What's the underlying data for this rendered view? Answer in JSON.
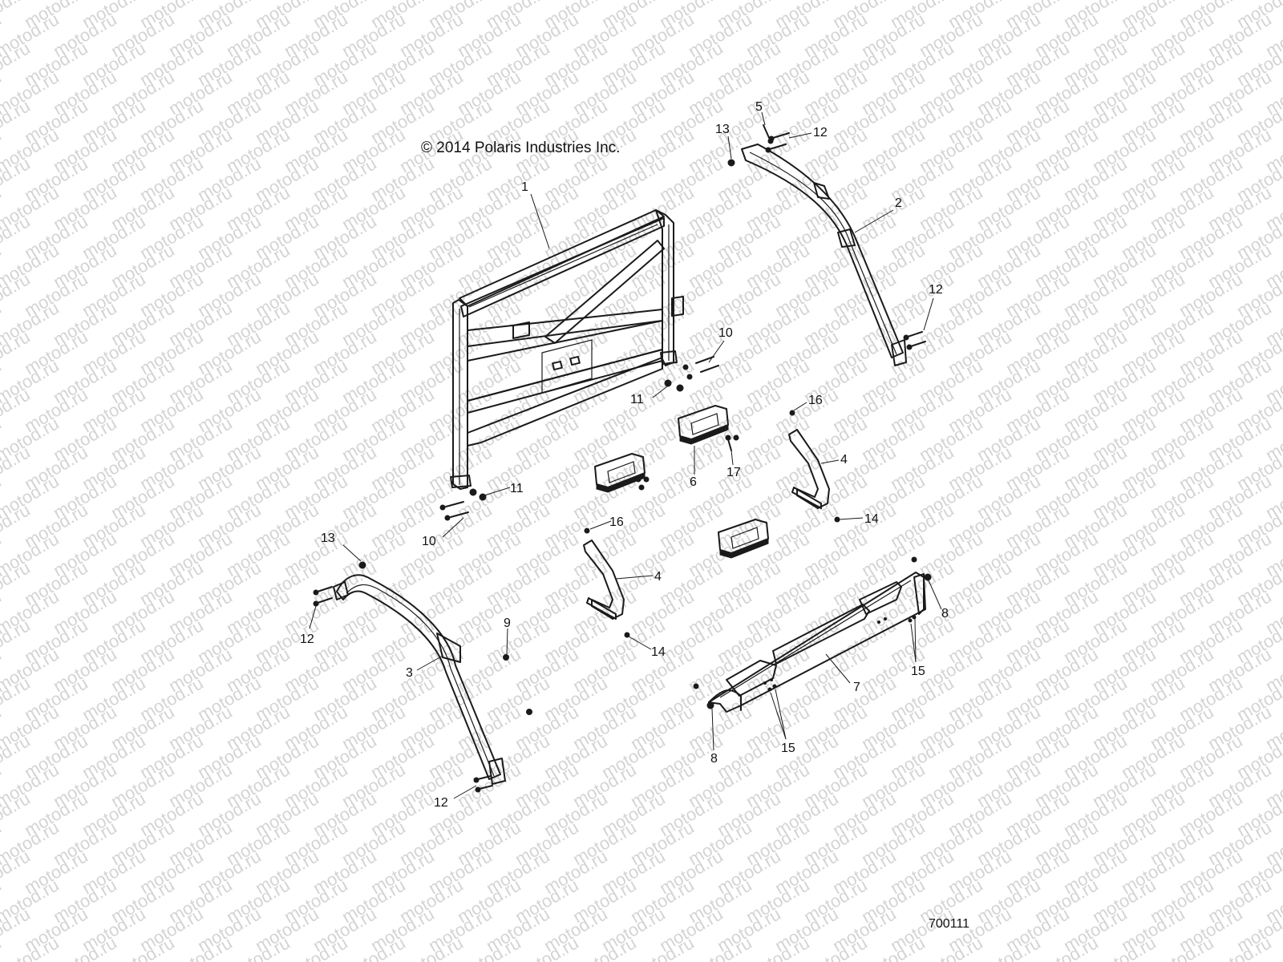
{
  "copyright": "© 2014 Polaris Industries Inc.",
  "diagram_id": "700111",
  "watermark_text": "motod.ru",
  "callouts": [
    {
      "key": "c1",
      "text": "1"
    },
    {
      "key": "c2",
      "text": "2"
    },
    {
      "key": "c3",
      "text": "3"
    },
    {
      "key": "c4a",
      "text": "4"
    },
    {
      "key": "c4b",
      "text": "4"
    },
    {
      "key": "c5",
      "text": "5"
    },
    {
      "key": "c6",
      "text": "6"
    },
    {
      "key": "c7",
      "text": "7"
    },
    {
      "key": "c8a",
      "text": "8"
    },
    {
      "key": "c8b",
      "text": "8"
    },
    {
      "key": "c9",
      "text": "9"
    },
    {
      "key": "c10a",
      "text": "10"
    },
    {
      "key": "c10b",
      "text": "10"
    },
    {
      "key": "c11a",
      "text": "11"
    },
    {
      "key": "c11b",
      "text": "11"
    },
    {
      "key": "c12a",
      "text": "12"
    },
    {
      "key": "c12b",
      "text": "12"
    },
    {
      "key": "c12c",
      "text": "12"
    },
    {
      "key": "c12d",
      "text": "12"
    },
    {
      "key": "c13a",
      "text": "13"
    },
    {
      "key": "c13b",
      "text": "13"
    },
    {
      "key": "c14a",
      "text": "14"
    },
    {
      "key": "c14b",
      "text": "14"
    },
    {
      "key": "c15a",
      "text": "15"
    },
    {
      "key": "c15b",
      "text": "15"
    },
    {
      "key": "c16a",
      "text": "16"
    },
    {
      "key": "c16b",
      "text": "16"
    },
    {
      "key": "c17",
      "text": "17"
    }
  ]
}
